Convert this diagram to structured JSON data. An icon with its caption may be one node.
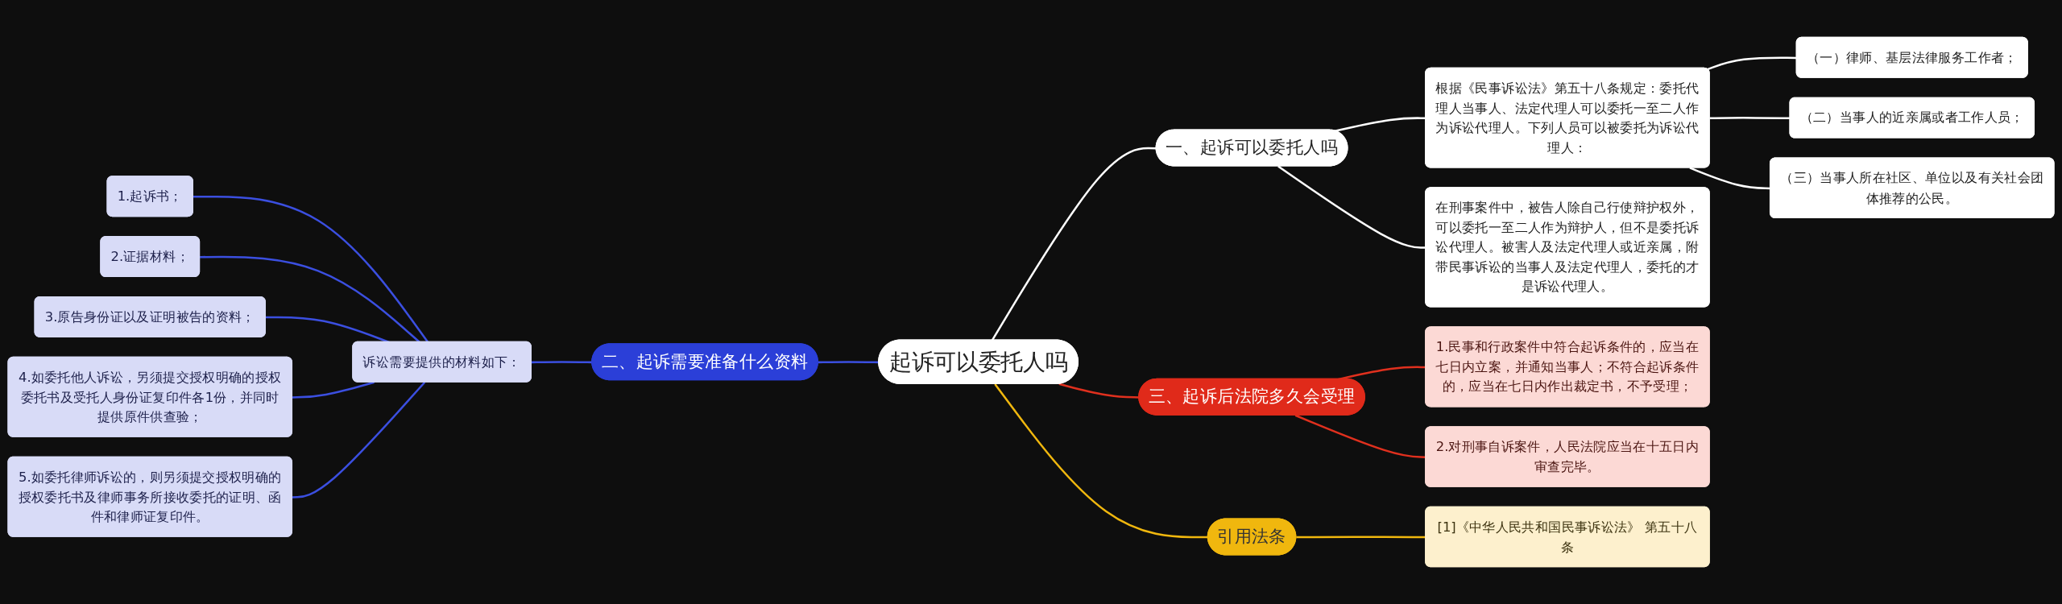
{
  "diagram": {
    "nodes": [
      {
        "text": [
          "起诉可以委托人吗"
        ]
      },
      {
        "text": [
          "一、起诉可以委托人吗"
        ]
      },
      {
        "text": [
          "根据《民事诉讼法》第五十八条规定：委托代理人当事人、法定代理人可以委托一至二人作为诉讼代理人。下列人员可以被委托为诉讼代理人："
        ]
      },
      {
        "text": [
          "（一）律师、基层法律服务工作者；"
        ]
      },
      {
        "text": [
          "（二）当事人的近亲属或者工作人员；"
        ]
      },
      {
        "text": [
          "（三）当事人所在社区、单位以及有关社会团体推荐的公民。"
        ]
      },
      {
        "text": [
          "在刑事案件中，被告人除自己行使辩护权外，可以委托一至二人作为辩护人，但不是委托诉讼代理人。被害人及法定代理人或近亲属，附带民事诉讼的当事人及法定代理人，委托的才是诉讼代理人。"
        ]
      },
      {
        "text": [
          "二、起诉需要准备什么资料"
        ]
      },
      {
        "text": [
          "诉讼需要提供的材料如下："
        ]
      },
      {
        "text": [
          "1.起诉书；"
        ]
      },
      {
        "text": [
          "2.证据材料；"
        ]
      },
      {
        "text": [
          "3.原告身份证以及证明被告的资料；"
        ]
      },
      {
        "text": [
          "4.如委托他人诉讼，另须提交授权明确的授权委托书及受托人身份证复印件各1份，并同时提供原件供查验；"
        ]
      },
      {
        "text": [
          "5.如委托律师诉讼的，则另须提交授权明确的授权委托书及律师事务所接收委托的证明、函件和律师证复印件。"
        ]
      },
      {
        "text": [
          "三、起诉后法院多久会受理"
        ]
      },
      {
        "text": [
          "1.民事和行政案件中符合起诉条件的，应当在七日内立案，并通知当事人；不符合起诉条件的，应当在七日内作出裁定书，不予受理；"
        ]
      },
      {
        "text": [
          "2.对刑事自诉案件，人民法院应当在十五日内审查完毕。"
        ]
      },
      {
        "text": [
          "引用法条"
        ]
      },
      {
        "text": [
          "[1]《中华人民共和国民事诉讼法》 第五十八条"
        ]
      }
    ],
    "edges": [
      {
        "from": 0,
        "to": 1,
        "arrow": "none",
        "color": "#ffffff"
      },
      {
        "from": 1,
        "to": 2,
        "arrow": "none",
        "color": "#ffffff"
      },
      {
        "from": 2,
        "to": 3,
        "arrow": "none",
        "color": "#ffffff"
      },
      {
        "from": 2,
        "to": 4,
        "arrow": "none",
        "color": "#ffffff"
      },
      {
        "from": 2,
        "to": 5,
        "arrow": "none",
        "color": "#ffffff"
      },
      {
        "from": 1,
        "to": 6,
        "arrow": "none",
        "color": "#ffffff"
      },
      {
        "from": 7,
        "to": 0,
        "arrow": "none",
        "color": "#3b4fe0"
      },
      {
        "from": 8,
        "to": 7,
        "arrow": "none",
        "color": "#3b4fe0"
      },
      {
        "from": 9,
        "to": 8,
        "arrow": "none",
        "color": "#3b4fe0"
      },
      {
        "from": 10,
        "to": 8,
        "arrow": "none",
        "color": "#3b4fe0"
      },
      {
        "from": 11,
        "to": 8,
        "arrow": "none",
        "color": "#3b4fe0"
      },
      {
        "from": 12,
        "to": 8,
        "arrow": "none",
        "color": "#3b4fe0"
      },
      {
        "from": 13,
        "to": 8,
        "arrow": "none",
        "color": "#3b4fe0"
      },
      {
        "from": 0,
        "to": 14,
        "arrow": "none",
        "color": "#e0301e"
      },
      {
        "from": 14,
        "to": 15,
        "arrow": "none",
        "color": "#e0301e"
      },
      {
        "from": 14,
        "to": 16,
        "arrow": "none",
        "color": "#e0301e"
      },
      {
        "from": 0,
        "to": 17,
        "arrow": "none",
        "color": "#f0b70e"
      },
      {
        "from": 17,
        "to": 18,
        "arrow": "none",
        "color": "#f0b70e"
      }
    ]
  }
}
